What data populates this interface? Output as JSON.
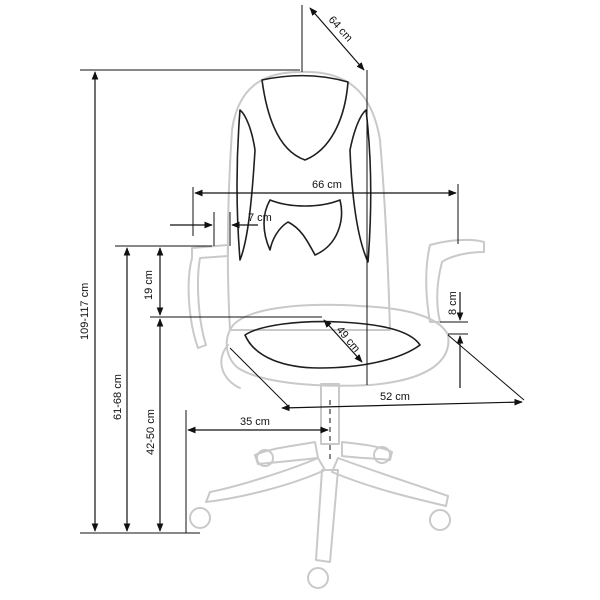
{
  "dimensions": {
    "depth_top": "64 cm",
    "width_total": "66 cm",
    "armrest_width": "7 cm",
    "height_total": "109-117 cm",
    "armrest_height": "61-68 cm",
    "seat_height": "42-50 cm",
    "backrest_above_seat": "19 cm",
    "armrest_drop": "8 cm",
    "seat_depth": "49 cm",
    "base_width": "52 cm",
    "base_radius": "35 cm"
  },
  "colors": {
    "line": "#111111",
    "chair_outline": "#c9c9c9",
    "chair_detail": "#1f1f1f"
  }
}
